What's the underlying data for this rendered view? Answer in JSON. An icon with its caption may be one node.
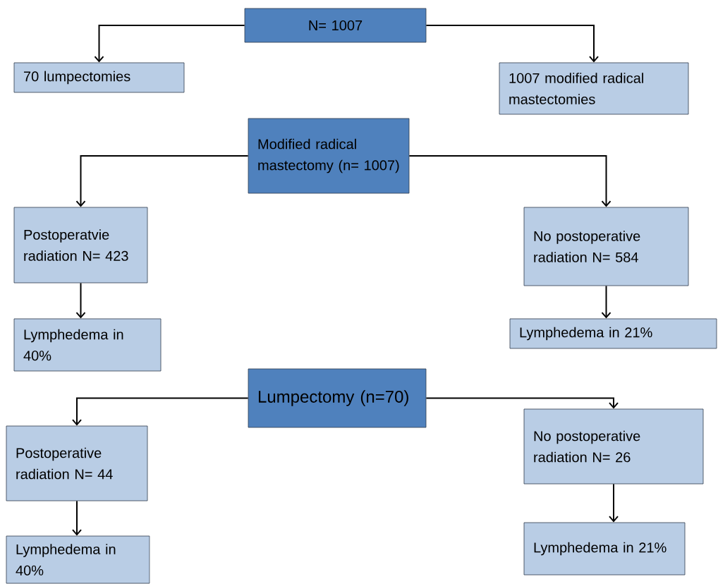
{
  "diagram": {
    "nodes": [
      {
        "text": [
          "N= 1007"
        ]
      },
      {
        "text": [
          "70 lumpectomies"
        ]
      },
      {
        "text": [
          "1007 modified radical mastectomies"
        ]
      },
      {
        "text": [
          "Modified radical mastectomy (n= 1007)"
        ]
      },
      {
        "text": [
          "Postoperatvie radiation N= 423"
        ]
      },
      {
        "text": [
          "No postoperative radiation N= 584"
        ]
      },
      {
        "text": [
          "Lymphedema in 40%"
        ]
      },
      {
        "text": [
          "Lymphedema in 21%"
        ]
      },
      {
        "text": [
          "Lumpectomy (n=70)"
        ]
      },
      {
        "text": [
          "Postoperative radiation N= 44"
        ]
      },
      {
        "text": [
          "No postoperative radiation N= 26"
        ]
      },
      {
        "text": [
          "Lymphedema in 40%"
        ]
      },
      {
        "text": [
          "Lymphedema in 21%"
        ]
      }
    ],
    "edges": [
      {
        "from": 0,
        "to": 1,
        "arrow": "to"
      },
      {
        "from": 0,
        "to": 2,
        "arrow": "to"
      },
      {
        "from": 3,
        "to": 4,
        "arrow": "to"
      },
      {
        "from": 3,
        "to": 5,
        "arrow": "to"
      },
      {
        "from": 4,
        "to": 6,
        "arrow": "to"
      },
      {
        "from": 5,
        "to": 7,
        "arrow": "to"
      },
      {
        "from": 8,
        "to": 9,
        "arrow": "to"
      },
      {
        "from": 8,
        "to": 10,
        "arrow": "to"
      },
      {
        "from": 9,
        "to": 11,
        "arrow": "to"
      },
      {
        "from": 10,
        "to": 12,
        "arrow": "to"
      }
    ]
  }
}
